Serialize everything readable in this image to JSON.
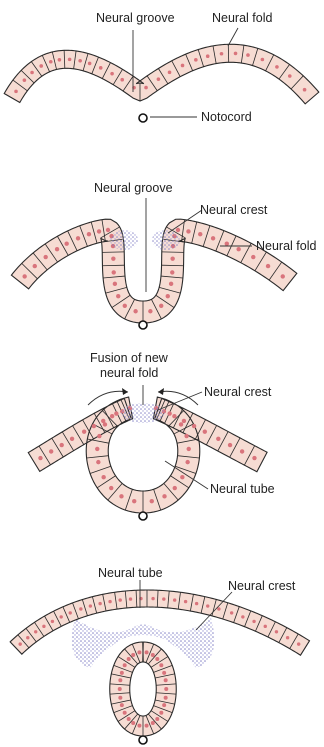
{
  "stage1": {
    "label_groove": "Neural groove",
    "label_fold": "Neural fold",
    "label_notocord": "Notocord"
  },
  "stage2": {
    "label_groove": "Neural groove",
    "label_crest": "Neural crest",
    "label_fold": "Neural fold"
  },
  "stage3": {
    "label_fusion_line1": "Fusion of new",
    "label_fusion_line2": "neural fold",
    "label_crest": "Neural crest",
    "label_tube": "Neural tube"
  },
  "stage4": {
    "label_tube": "Neural tube",
    "label_crest": "Neural crest"
  },
  "colors": {
    "cell_fill": "#f6dcd3",
    "cell_outline": "#2a2a2a",
    "nucleus": "#d9747c",
    "crest": "#8a88c8"
  }
}
